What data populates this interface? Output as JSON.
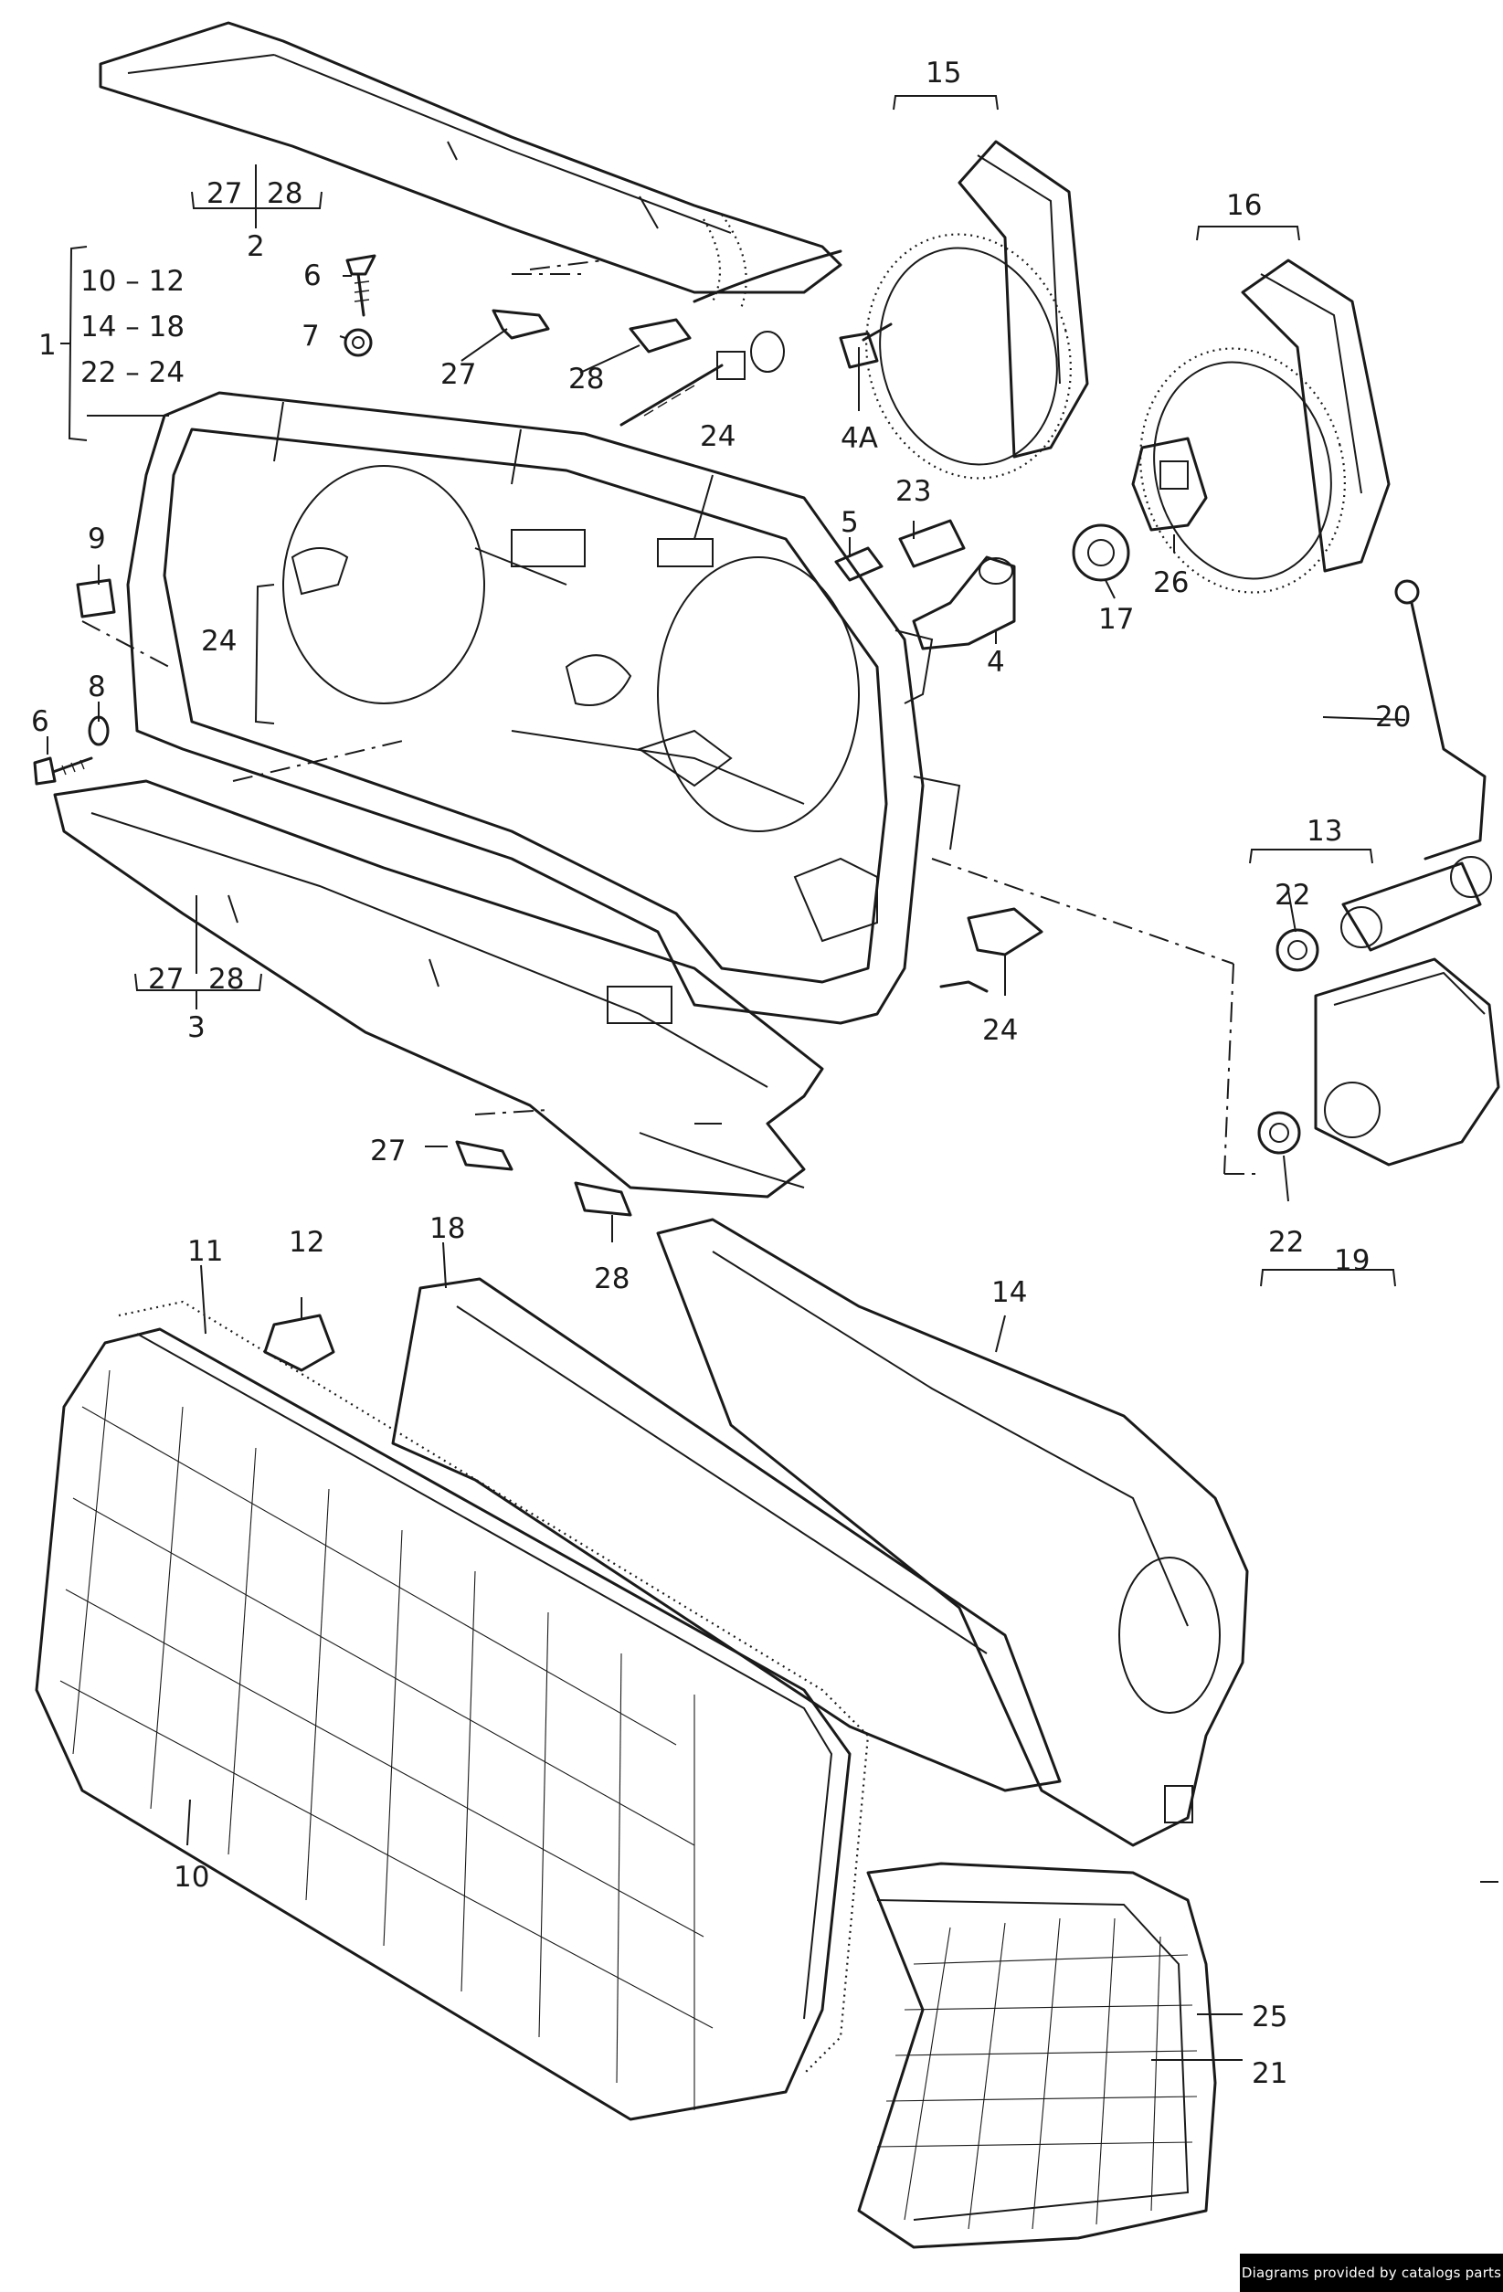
{
  "diagram": {
    "labels": {
      "n1": "1",
      "n1_list": [
        "10 – 12",
        "14 – 18",
        "22 – 24"
      ],
      "n2": "2",
      "n2_sub": [
        "27",
        "28"
      ],
      "n3": "3",
      "n3_sub": [
        "27",
        "28"
      ],
      "n4": "4",
      "n4a": "4A",
      "n5": "5",
      "n6a": "6",
      "n6b": "6",
      "n7": "7",
      "n8": "8",
      "n9": "9",
      "n10": "10",
      "n11": "11",
      "n12": "12",
      "n13": "13",
      "n14": "14",
      "n15": "15",
      "n16": "16",
      "n17": "17",
      "n18": "18",
      "n19": "19",
      "n20": "20",
      "n21": "21",
      "n22a": "22",
      "n22b": "22",
      "n23": "23",
      "n24a": "24",
      "n24b": "24",
      "n24c": "24",
      "n25": "25",
      "n26": "26",
      "n27a": "27",
      "n27b": "27",
      "n28a": "28",
      "n28b": "28"
    }
  },
  "footer": {
    "credit": "Diagrams provided by catalogs parts"
  }
}
